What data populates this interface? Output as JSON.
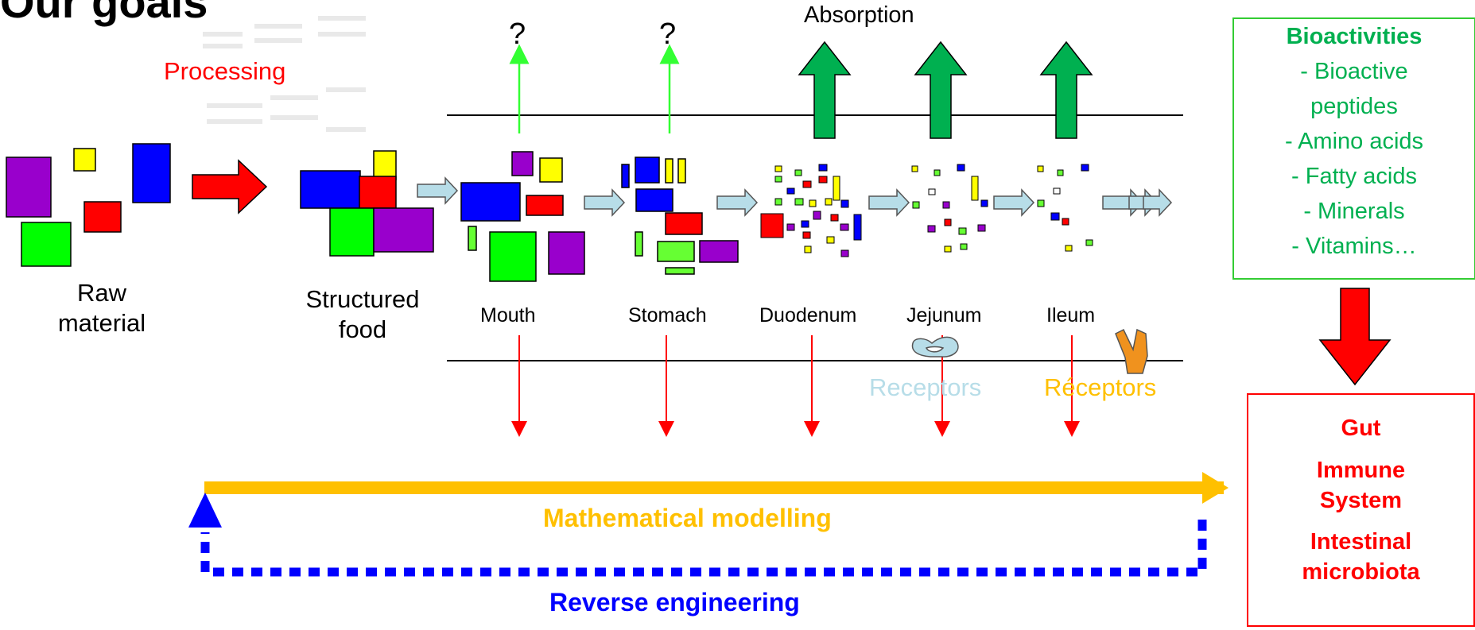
{
  "title_fragment": "Our goals",
  "labels": {
    "processing": "Processing",
    "absorption": "Absorption",
    "question_mark": "?",
    "raw_material": [
      "Raw",
      "material"
    ],
    "structured_food": [
      "Structured",
      "food"
    ],
    "receptors_1": "Receptors",
    "receptors_2": "Réceptors",
    "mathematical_modelling": "Mathematical modelling",
    "reverse_engineering": "Reverse engineering"
  },
  "stages": [
    "Mouth",
    "Stomach",
    "Duodenum",
    "Jejunum",
    "Ileum"
  ],
  "bioactivities": {
    "heading": "Bioactivities",
    "items": [
      "- Bioactive",
      "peptides",
      "- Amino acids",
      "- Fatty acids",
      "- Minerals",
      "- Vitamins…"
    ]
  },
  "outcomes": [
    "Gut",
    "Immune",
    "System",
    "Intestinal",
    "microbiota"
  ],
  "colors": {
    "red": "#ff0000",
    "green_arrow": "#00b050",
    "bright_green": "#33ff33",
    "gold": "#ffc000",
    "blue": "#0000ff",
    "purple": "#9900cc",
    "yellow": "#ffff00",
    "light_blue": "#b7dde8",
    "receptor_light": "#b7dde8",
    "receptor_orange": "#f0921e",
    "light_green": "#66ff33"
  }
}
